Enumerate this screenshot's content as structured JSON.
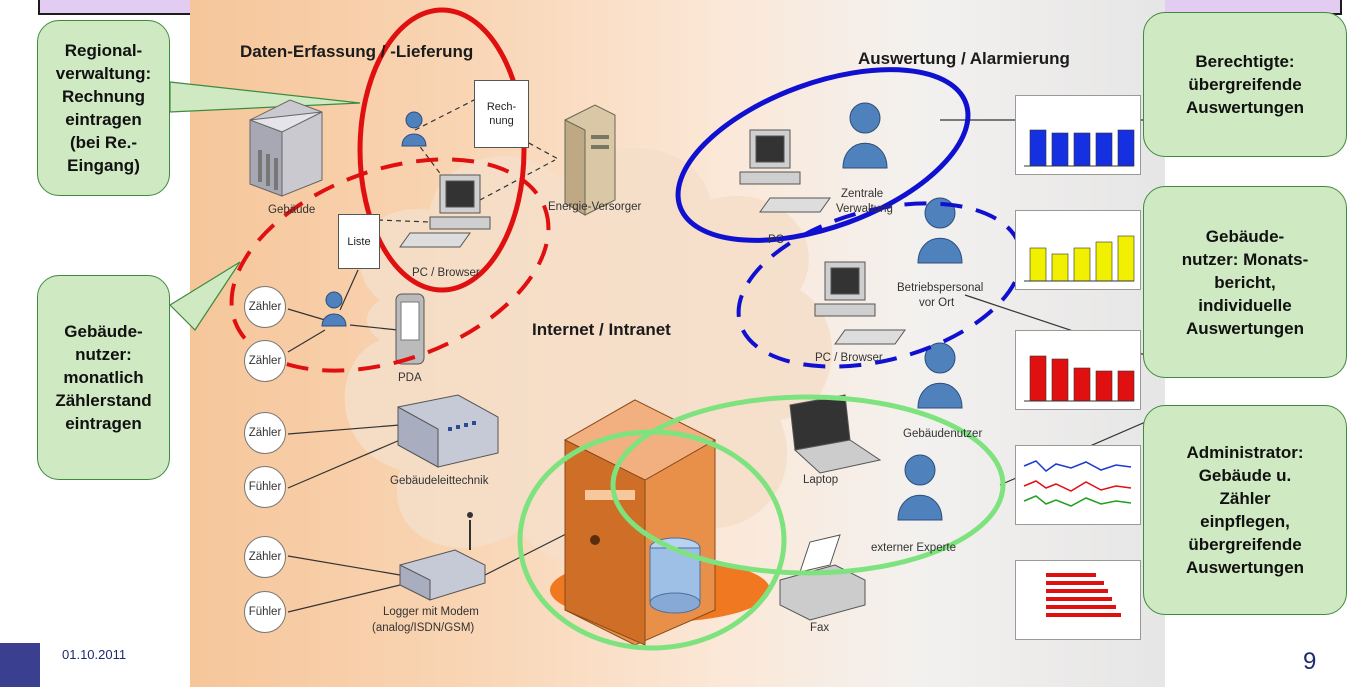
{
  "slide": {
    "date": "01.10.2011",
    "page_number": "9"
  },
  "headers": {
    "left": "Daten-Erfassung / -Lieferung",
    "right": "Auswertung / Alarmierung",
    "center": "Internet / Intranet"
  },
  "labels": {
    "gebaeude": "Gebäude",
    "energie": "Energie-Versorger",
    "pc_browser_left": "PC / Browser",
    "rechnung": "Rech-\nnung",
    "liste": "Liste",
    "pda": "PDA",
    "gebaeudeleittechnik": "Gebäudeleittechnik",
    "logger": "Logger mit Modem",
    "logger_sub": "(analog/ISDN/GSM)",
    "zentrale1": "Zentrale",
    "zentrale2": "Verwaltung",
    "pc": "PC",
    "betrieb1": "Betriebspersonal",
    "betrieb2": "vor Ort",
    "pc_browser_right": "PC / Browser",
    "laptop": "Laptop",
    "gebaeudenutzer": "Gebäudenutzer",
    "externer": "externer Experte",
    "fax": "Fax"
  },
  "circles": [
    "Zähler",
    "Zähler",
    "Zähler",
    "Fühler",
    "Zähler",
    "Fühler"
  ],
  "callouts": {
    "regional": "Regional-\nverwaltung:\nRechnung\neintragen\n(bei Re.-\nEingang)",
    "nutzer_left": "Gebäude-\nnutzer:\nmonatlich\nZählerstand\neintragen",
    "berechtigte": "Berechtigte:\nübergreifende\nAuswertungen",
    "nutzer_right": "Gebäude-\nnutzer: Monats-\nbericht,\nindividuelle\nAuswertungen",
    "admin": "Administrator:\nGebäude u.\nZähler\neinpflegen,\nübergreifende\nAuswertungen"
  },
  "colors": {
    "red_ring": "#e01010",
    "blue_ring": "#1010d0",
    "green_ring": "#7ee37e",
    "callout_fill": "#cfe9c2",
    "person": "#4f81bd",
    "server": "#e07a2c"
  },
  "thumb_charts": [
    {
      "color": "#1530e0",
      "values": [
        0.6,
        0.55,
        0.55,
        0.55,
        0.6
      ]
    },
    {
      "color": "#f0f000",
      "values": [
        0.55,
        0.45,
        0.55,
        0.65,
        0.75
      ]
    },
    {
      "color": "#e01010",
      "values": [
        0.75,
        0.7,
        0.55,
        0.5,
        0.5
      ]
    }
  ]
}
